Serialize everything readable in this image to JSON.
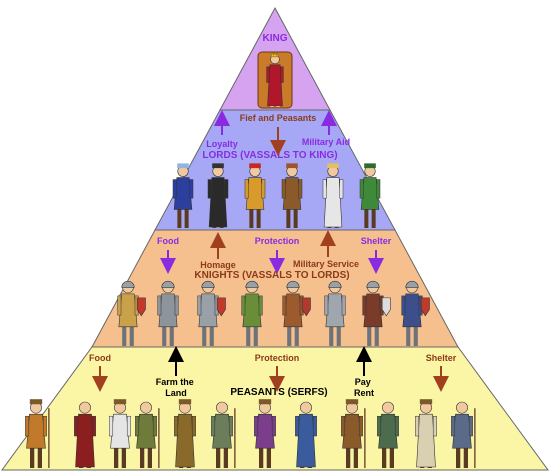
{
  "tiers": {
    "king": {
      "title": "KING",
      "figure": "king-figure",
      "fill": "#d6a3f0"
    },
    "lords": {
      "title": "LORDS (VASSALS TO KING)",
      "figures": [
        "lord-figure",
        "lord-figure",
        "lord-figure",
        "lord-figure",
        "lord-figure",
        "lord-figure"
      ],
      "fill": "#a6a8f5"
    },
    "knights": {
      "title": "KNIGHTS (VASSALS TO LORDS)",
      "figures": [
        "knight-figure",
        "knight-figure",
        "knight-figure",
        "knight-figure",
        "knight-figure",
        "knight-figure",
        "knight-figure",
        "knight-figure"
      ],
      "fill": "#f5c08e"
    },
    "peasants": {
      "title": "PEASANTS (SERFS)",
      "figures": [
        "peasant-figure",
        "peasant-figure",
        "peasant-figure",
        "peasant-figure",
        "peasant-figure",
        "peasant-figure",
        "peasant-figure",
        "peasant-figure",
        "peasant-figure",
        "peasant-figure",
        "peasant-figure",
        "peasant-figure"
      ],
      "fill": "#fbf5a6"
    }
  },
  "exchanges": {
    "king_lords": {
      "fief": "Fief and Peasants",
      "loyalty": "Loyalty",
      "military_aid": "Military Aid"
    },
    "lords_knights": {
      "food": "Food",
      "protection": "Protection",
      "shelter": "Shelter",
      "homage": "Homage",
      "military_service": "Military Service"
    },
    "knights_peasants": {
      "food": "Food",
      "protection": "Protection",
      "shelter": "Shelter",
      "farm": [
        "Farm the",
        "Land"
      ],
      "pay": [
        "Pay",
        "Rent"
      ]
    }
  },
  "colors": {
    "purple_text": "#8a2be2",
    "brown_text": "#8b3a1a",
    "black_text": "#000000",
    "outline": "#555555"
  }
}
